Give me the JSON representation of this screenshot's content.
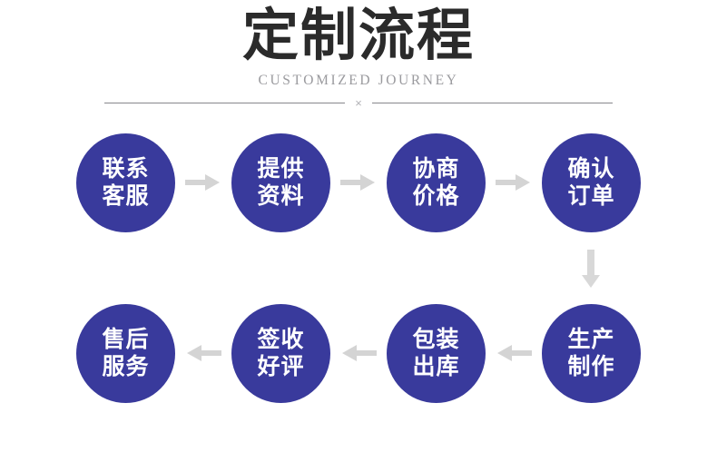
{
  "header": {
    "title": "定制流程",
    "subtitle": "CUSTOMIZED JOURNEY",
    "divider_mark": "×"
  },
  "colors": {
    "node_fill": "#393a9c",
    "node_text": "#ffffff",
    "arrow": "#d4d4d4",
    "title": "#2b2b2b",
    "subtitle": "#9a9a9e",
    "divider_rule": "#87878c",
    "background": "#ffffff"
  },
  "flow": {
    "row1": {
      "direction": "right",
      "nodes": [
        {
          "line1": "联系",
          "line2": "客服"
        },
        {
          "line1": "提供",
          "line2": "资料"
        },
        {
          "line1": "协商",
          "line2": "价格"
        },
        {
          "line1": "确认",
          "line2": "订单"
        }
      ]
    },
    "row2": {
      "direction": "left",
      "nodes": [
        {
          "line1": "售后",
          "line2": "服务"
        },
        {
          "line1": "签收",
          "line2": "好评"
        },
        {
          "line1": "包装",
          "line2": "出库"
        },
        {
          "line1": "生产",
          "line2": "制作"
        }
      ]
    },
    "vertical_connector": "down"
  }
}
